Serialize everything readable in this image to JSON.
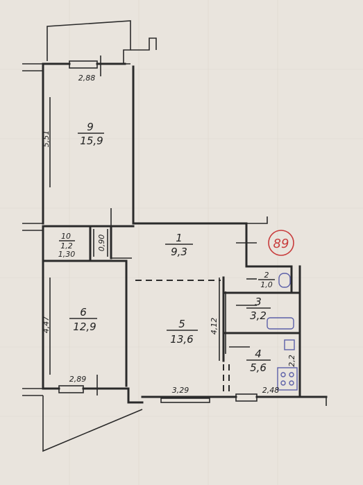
{
  "rooms": [
    {
      "id": "room-9",
      "number": "9",
      "area": "15,9"
    },
    {
      "id": "room-10",
      "number": "10",
      "area": "1,2"
    },
    {
      "id": "room-1",
      "number": "1",
      "area": "9,3"
    },
    {
      "id": "room-2",
      "number": "2",
      "area": "1,0"
    },
    {
      "id": "room-3",
      "number": "3",
      "area": "3,2"
    },
    {
      "id": "room-6",
      "number": "6",
      "area": "12,9"
    },
    {
      "id": "room-5",
      "number": "5",
      "area": "13,6"
    },
    {
      "id": "room-4",
      "number": "4",
      "area": "5,6"
    }
  ],
  "dimensions": {
    "room9_width": "2,88",
    "room9_length": "5,51",
    "room10_width": "1,30",
    "room10_length": "0,90",
    "room6_length": "4,47",
    "room6_width": "2,89",
    "room5_width": "3,29",
    "room5_length": "4,12",
    "room4_width": "2,48",
    "room4_length": "2,2"
  },
  "stamp": "89",
  "colors": {
    "ink": "#2a2a2a",
    "paper": "#e9e4dd",
    "stamp": "#c83b3b",
    "fixture": "#5b5fa8"
  }
}
